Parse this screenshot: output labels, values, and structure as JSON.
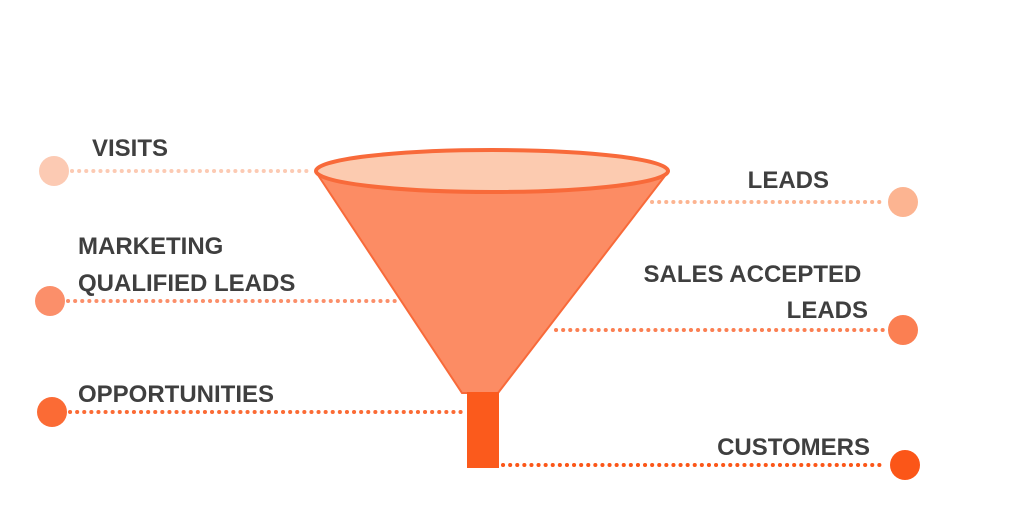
{
  "colors": {
    "funnel_rim_fill": "#fccbb0",
    "funnel_body": "#fc8c64",
    "funnel_outline": "#f86a3a",
    "funnel_spout": "#fb5a1c",
    "label_text": "#3f3f3f",
    "visits": "#fccab3",
    "leads": "#fcb491",
    "mql": "#fb8f6a",
    "sal": "#fb7f52",
    "opportunities": "#fb6b35",
    "customers": "#fb5618"
  },
  "stages": {
    "visits": {
      "lines": [
        "VISITS"
      ]
    },
    "leads": {
      "lines": [
        "LEADS"
      ]
    },
    "mql": {
      "lines": [
        "MARKETING",
        "QUALIFIED LEADS"
      ]
    },
    "sal": {
      "lines": [
        "SALES ACCEPTED",
        "LEADS"
      ]
    },
    "opportunities": {
      "lines": [
        "OPPORTUNITIES"
      ]
    },
    "customers": {
      "lines": [
        "CUSTOMERS"
      ]
    }
  }
}
